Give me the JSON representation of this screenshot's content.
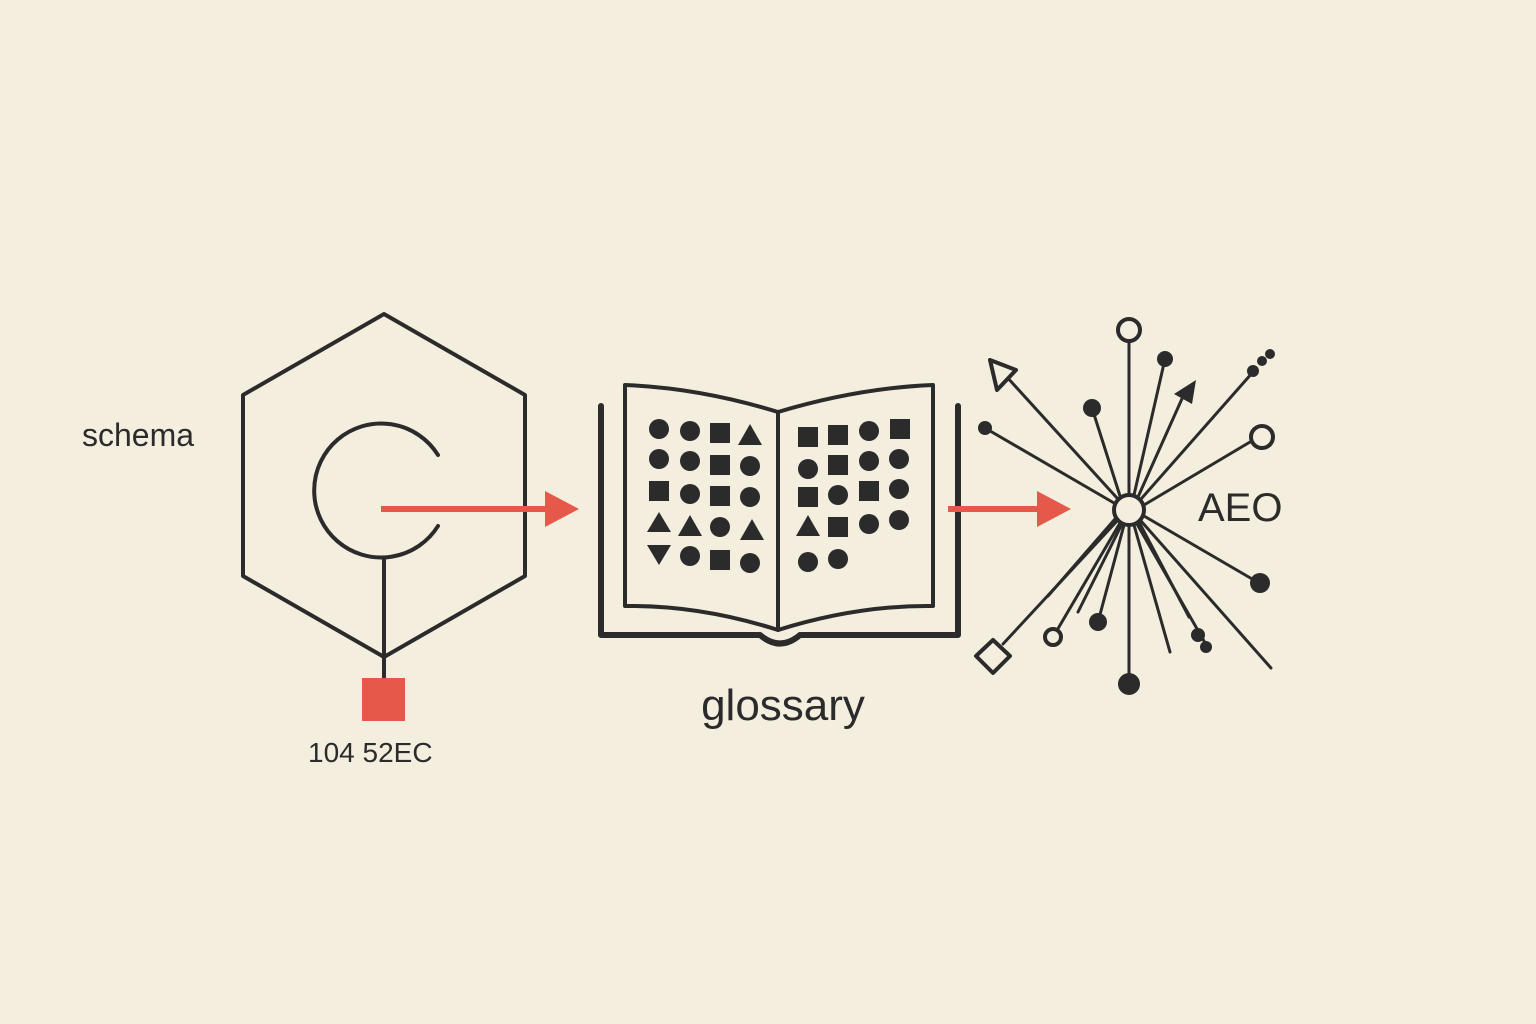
{
  "labels": {
    "schema": "schema",
    "code": "104 52EC",
    "glossary": "glossary",
    "aeo": "AEO"
  },
  "colors": {
    "background": "#f4eedf",
    "ink": "#2b2b2b",
    "accent": "#e5584a"
  },
  "icons": {
    "stage1": "hexagon-node-icon",
    "stage2": "open-book-icon",
    "stage3": "network-burst-icon"
  }
}
